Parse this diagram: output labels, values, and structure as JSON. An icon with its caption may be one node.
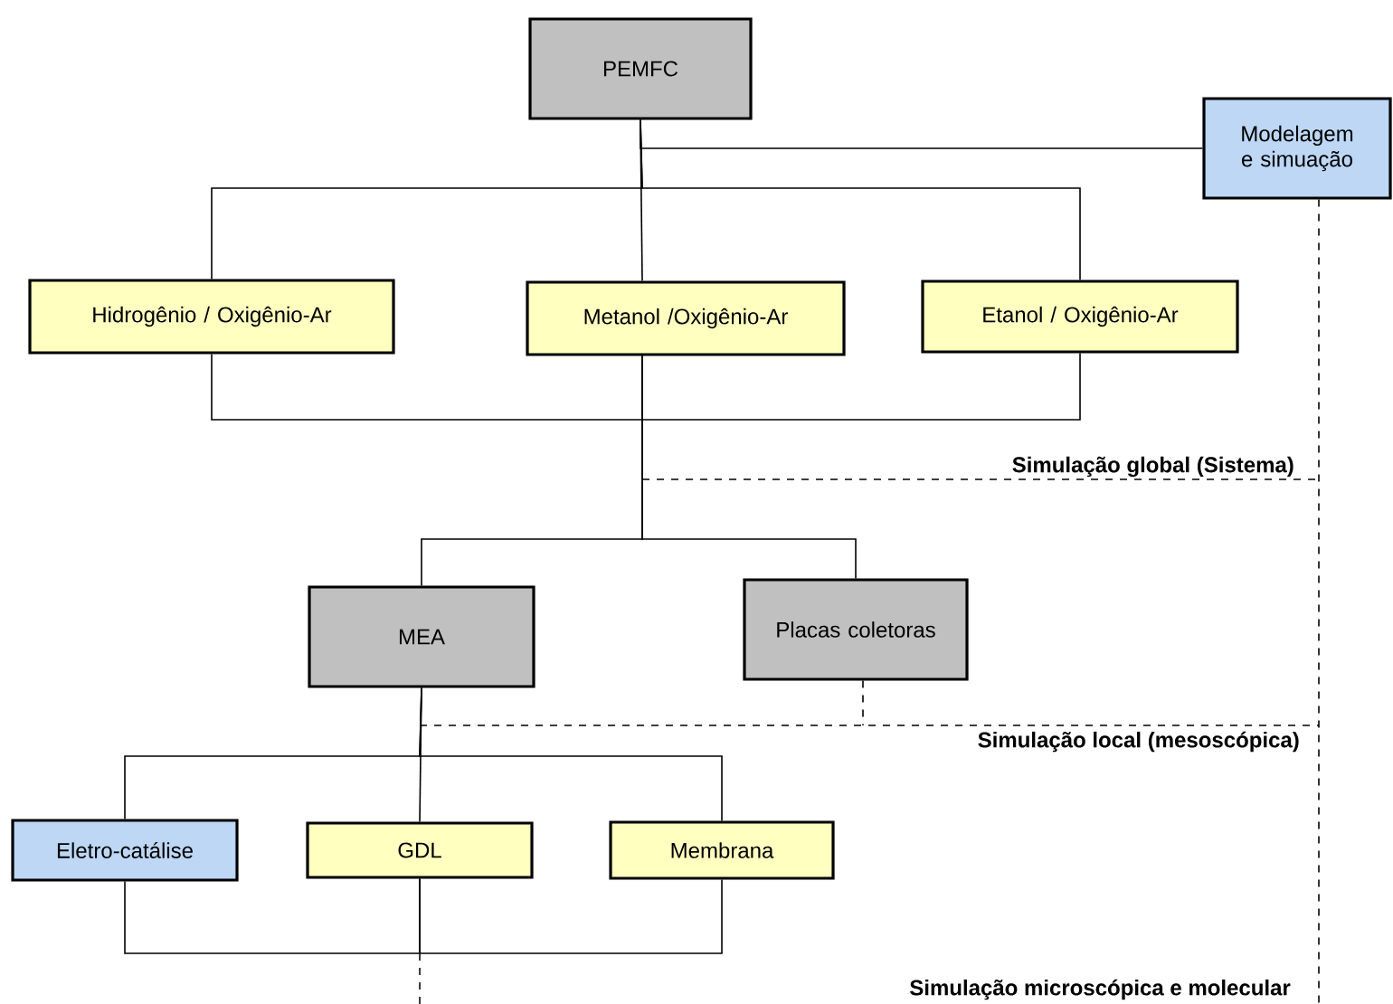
{
  "diagram": {
    "nodes": [
      {
        "text": [
          "PEMFC"
        ]
      },
      {
        "text": [
          "Modelagem e simuação"
        ]
      },
      {
        "text": [
          "Hidrogênio / Oxigênio-Ar"
        ]
      },
      {
        "text": [
          "Metanol /Oxigênio-Ar"
        ]
      },
      {
        "text": [
          "Etanol / Oxigênio-Ar"
        ]
      },
      {
        "text": [
          "MEA"
        ]
      },
      {
        "text": [
          "Placas coletoras"
        ]
      },
      {
        "text": [
          "Eletro-catálise"
        ]
      },
      {
        "text": [
          "GDL"
        ]
      },
      {
        "text": [
          "Membrana"
        ]
      }
    ],
    "edges": [
      {
        "from": 0,
        "to": 1,
        "arrow": "none"
      },
      {
        "from": 0,
        "to": 2,
        "arrow": "none"
      },
      {
        "from": 0,
        "to": 3,
        "arrow": "none"
      },
      {
        "from": 0,
        "to": 4,
        "arrow": "none"
      },
      {
        "from": 2,
        "to": 3,
        "arrow": "none"
      },
      {
        "from": 4,
        "to": 3,
        "arrow": "none"
      },
      {
        "from": 3,
        "to": 5,
        "arrow": "none"
      },
      {
        "from": 3,
        "to": 6,
        "arrow": "none"
      },
      {
        "from": 5,
        "to": 7,
        "arrow": "none"
      },
      {
        "from": 5,
        "to": 8,
        "arrow": "none"
      },
      {
        "from": 5,
        "to": 9,
        "arrow": "none"
      },
      {
        "from": 7,
        "to": 8,
        "arrow": "none"
      },
      {
        "from": 9,
        "to": 8,
        "arrow": "none"
      },
      {
        "from": 1,
        "to": null,
        "arrow": "none",
        "style": "dashed"
      },
      {
        "from": 6,
        "to": null,
        "arrow": "none",
        "style": "dashed"
      }
    ],
    "labels": [
      "Simulação global (Sistema)",
      "Simulação local (mesoscópica)",
      "Simulação microscópica e molecular"
    ]
  }
}
